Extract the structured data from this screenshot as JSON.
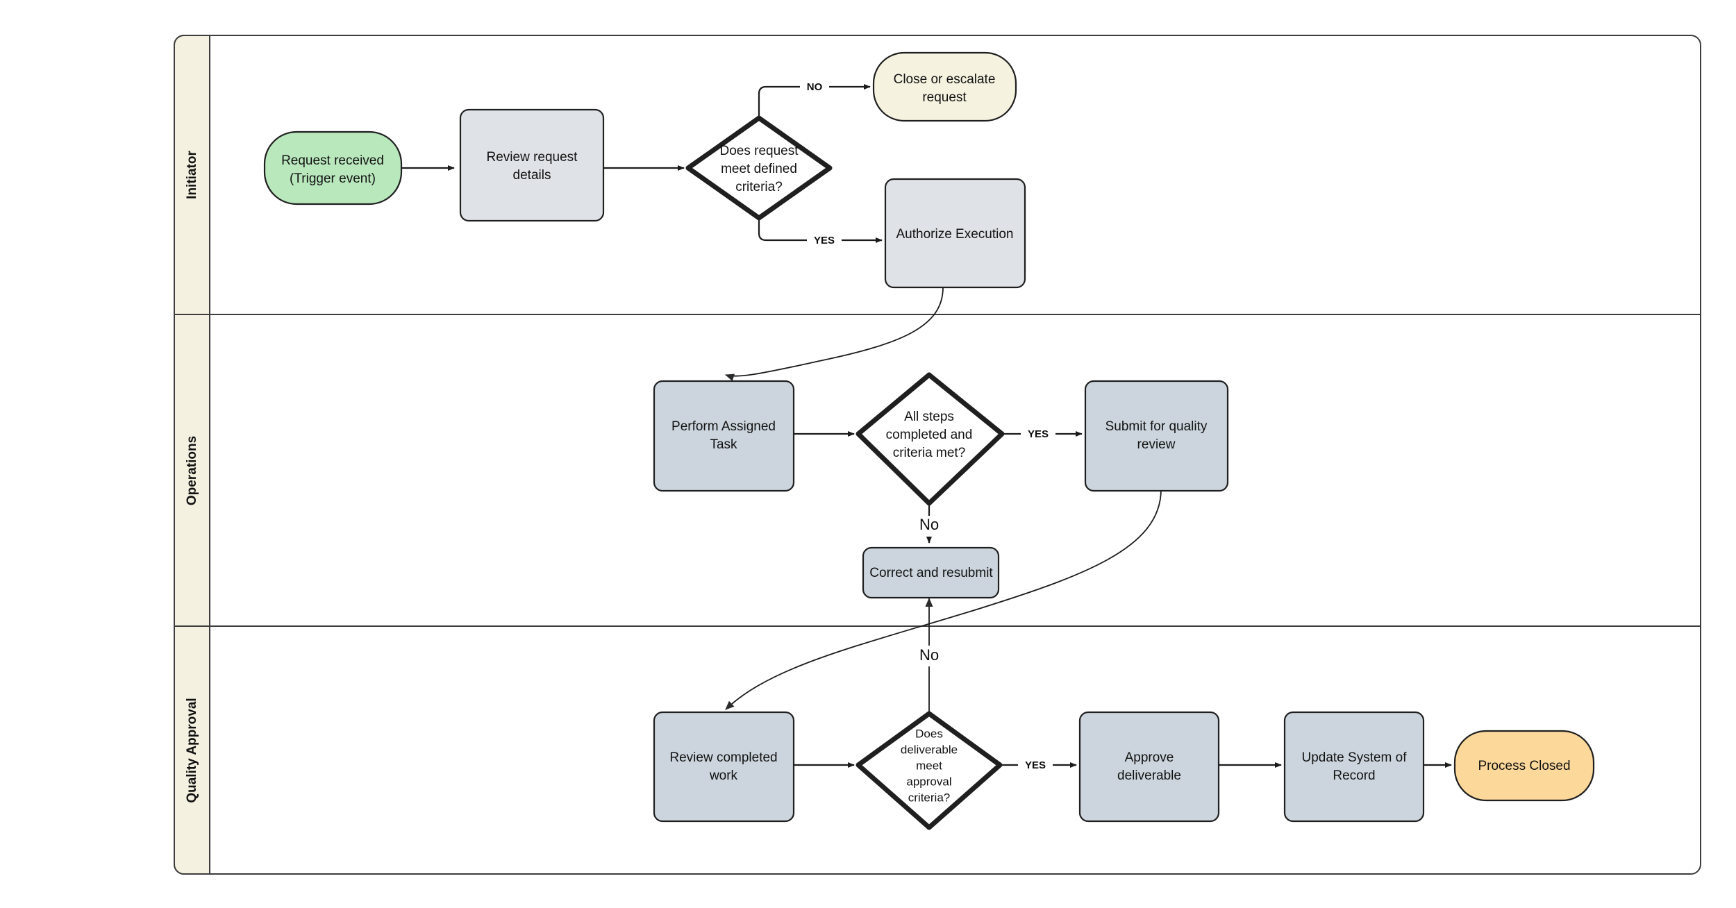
{
  "diagram": {
    "title": "Cross-functional process flowchart",
    "type": "swimlane-flowchart",
    "colors": {
      "lane_header_fill": "#f4f1e0",
      "pool_stroke": "#3d3d3d",
      "start_fill": "#b9e8bd",
      "end_fill": "#fcd89b",
      "alt_end_fill": "#f5f2df",
      "task_fill_initiator": "#dfe2e6",
      "task_fill_operations": "#ccd5dd",
      "decision_fill": "#ffffff",
      "connector_stroke": "#1b1b1b"
    },
    "lanes": [
      {
        "id": "initiator",
        "label": "Initiator"
      },
      {
        "id": "operations",
        "label": "Operations"
      },
      {
        "id": "quality_approval",
        "label": "Quality Approval"
      }
    ],
    "nodes": [
      {
        "id": "request_received",
        "lane": "initiator",
        "shape": "terminator",
        "label_lines": [
          "Request received",
          "(Trigger event)"
        ],
        "fill": "#b9e8bd"
      },
      {
        "id": "review_request_details",
        "lane": "initiator",
        "shape": "process",
        "label_lines": [
          "Review request",
          "details"
        ],
        "fill": "#dfe2e6"
      },
      {
        "id": "does_request_meet_criteria",
        "lane": "initiator",
        "shape": "decision",
        "label_lines": [
          "Does request",
          "meet defined",
          "criteria?"
        ],
        "fill": "#ffffff"
      },
      {
        "id": "close_or_escalate",
        "lane": "initiator",
        "shape": "terminator",
        "label_lines": [
          "Close or escalate",
          "request"
        ],
        "fill": "#f5f2df"
      },
      {
        "id": "authorize_execution",
        "lane": "initiator",
        "shape": "process",
        "label_lines": [
          "Authorize Execution"
        ],
        "fill": "#dfe2e6"
      },
      {
        "id": "perform_assigned_task",
        "lane": "operations",
        "shape": "process",
        "label_lines": [
          "Perform Assigned",
          "Task"
        ],
        "fill": "#ccd5dd"
      },
      {
        "id": "all_steps_completed",
        "lane": "operations",
        "shape": "decision",
        "label_lines": [
          "All steps",
          "completed and",
          "criteria met?"
        ],
        "fill": "#ffffff"
      },
      {
        "id": "submit_for_quality_review",
        "lane": "operations",
        "shape": "process",
        "label_lines": [
          "Submit for quality",
          "review"
        ],
        "fill": "#ccd5dd"
      },
      {
        "id": "correct_and_resubmit",
        "lane": "operations",
        "shape": "process",
        "label_lines": [
          "Correct and resubmit"
        ],
        "fill": "#ccd5dd"
      },
      {
        "id": "review_completed_work",
        "lane": "quality_approval",
        "shape": "process",
        "label_lines": [
          "Review completed",
          "work"
        ],
        "fill": "#ccd5dd"
      },
      {
        "id": "does_deliverable_meet_approval",
        "lane": "quality_approval",
        "shape": "decision",
        "label_lines": [
          "Does",
          "deliverable",
          "meet",
          "approval",
          "criteria?"
        ],
        "fill": "#ffffff"
      },
      {
        "id": "approve_deliverable",
        "lane": "quality_approval",
        "shape": "process",
        "label_lines": [
          "Approve",
          "deliverable"
        ],
        "fill": "#ccd5dd"
      },
      {
        "id": "update_system_of_record",
        "lane": "quality_approval",
        "shape": "process",
        "label_lines": [
          "Update System of",
          "Record"
        ],
        "fill": "#ccd5dd"
      },
      {
        "id": "process_closed",
        "lane": "quality_approval",
        "shape": "terminator",
        "label_lines": [
          "Process Closed"
        ],
        "fill": "#fcd89b"
      }
    ],
    "edges": [
      {
        "id": "e1",
        "from": "request_received",
        "to": "review_request_details",
        "label": ""
      },
      {
        "id": "e2",
        "from": "review_request_details",
        "to": "does_request_meet_criteria",
        "label": ""
      },
      {
        "id": "e3",
        "from": "does_request_meet_criteria",
        "to": "close_or_escalate",
        "label": "NO"
      },
      {
        "id": "e4",
        "from": "does_request_meet_criteria",
        "to": "authorize_execution",
        "label": "YES"
      },
      {
        "id": "e5",
        "from": "authorize_execution",
        "to": "perform_assigned_task",
        "label": ""
      },
      {
        "id": "e6",
        "from": "perform_assigned_task",
        "to": "all_steps_completed",
        "label": ""
      },
      {
        "id": "e7",
        "from": "all_steps_completed",
        "to": "submit_for_quality_review",
        "label": "YES"
      },
      {
        "id": "e8",
        "from": "all_steps_completed",
        "to": "correct_and_resubmit",
        "label": "No"
      },
      {
        "id": "e9",
        "from": "submit_for_quality_review",
        "to": "review_completed_work",
        "label": ""
      },
      {
        "id": "e10",
        "from": "review_completed_work",
        "to": "does_deliverable_meet_approval",
        "label": ""
      },
      {
        "id": "e11",
        "from": "does_deliverable_meet_approval",
        "to": "approve_deliverable",
        "label": "YES"
      },
      {
        "id": "e12",
        "from": "does_deliverable_meet_approval",
        "to": "correct_and_resubmit",
        "label": "No"
      },
      {
        "id": "e13",
        "from": "approve_deliverable",
        "to": "update_system_of_record",
        "label": ""
      },
      {
        "id": "e14",
        "from": "update_system_of_record",
        "to": "process_closed",
        "label": ""
      }
    ],
    "edge_labels": {
      "no_upper": "NO",
      "yes_upper": "YES",
      "no_mixed": "No"
    }
  }
}
